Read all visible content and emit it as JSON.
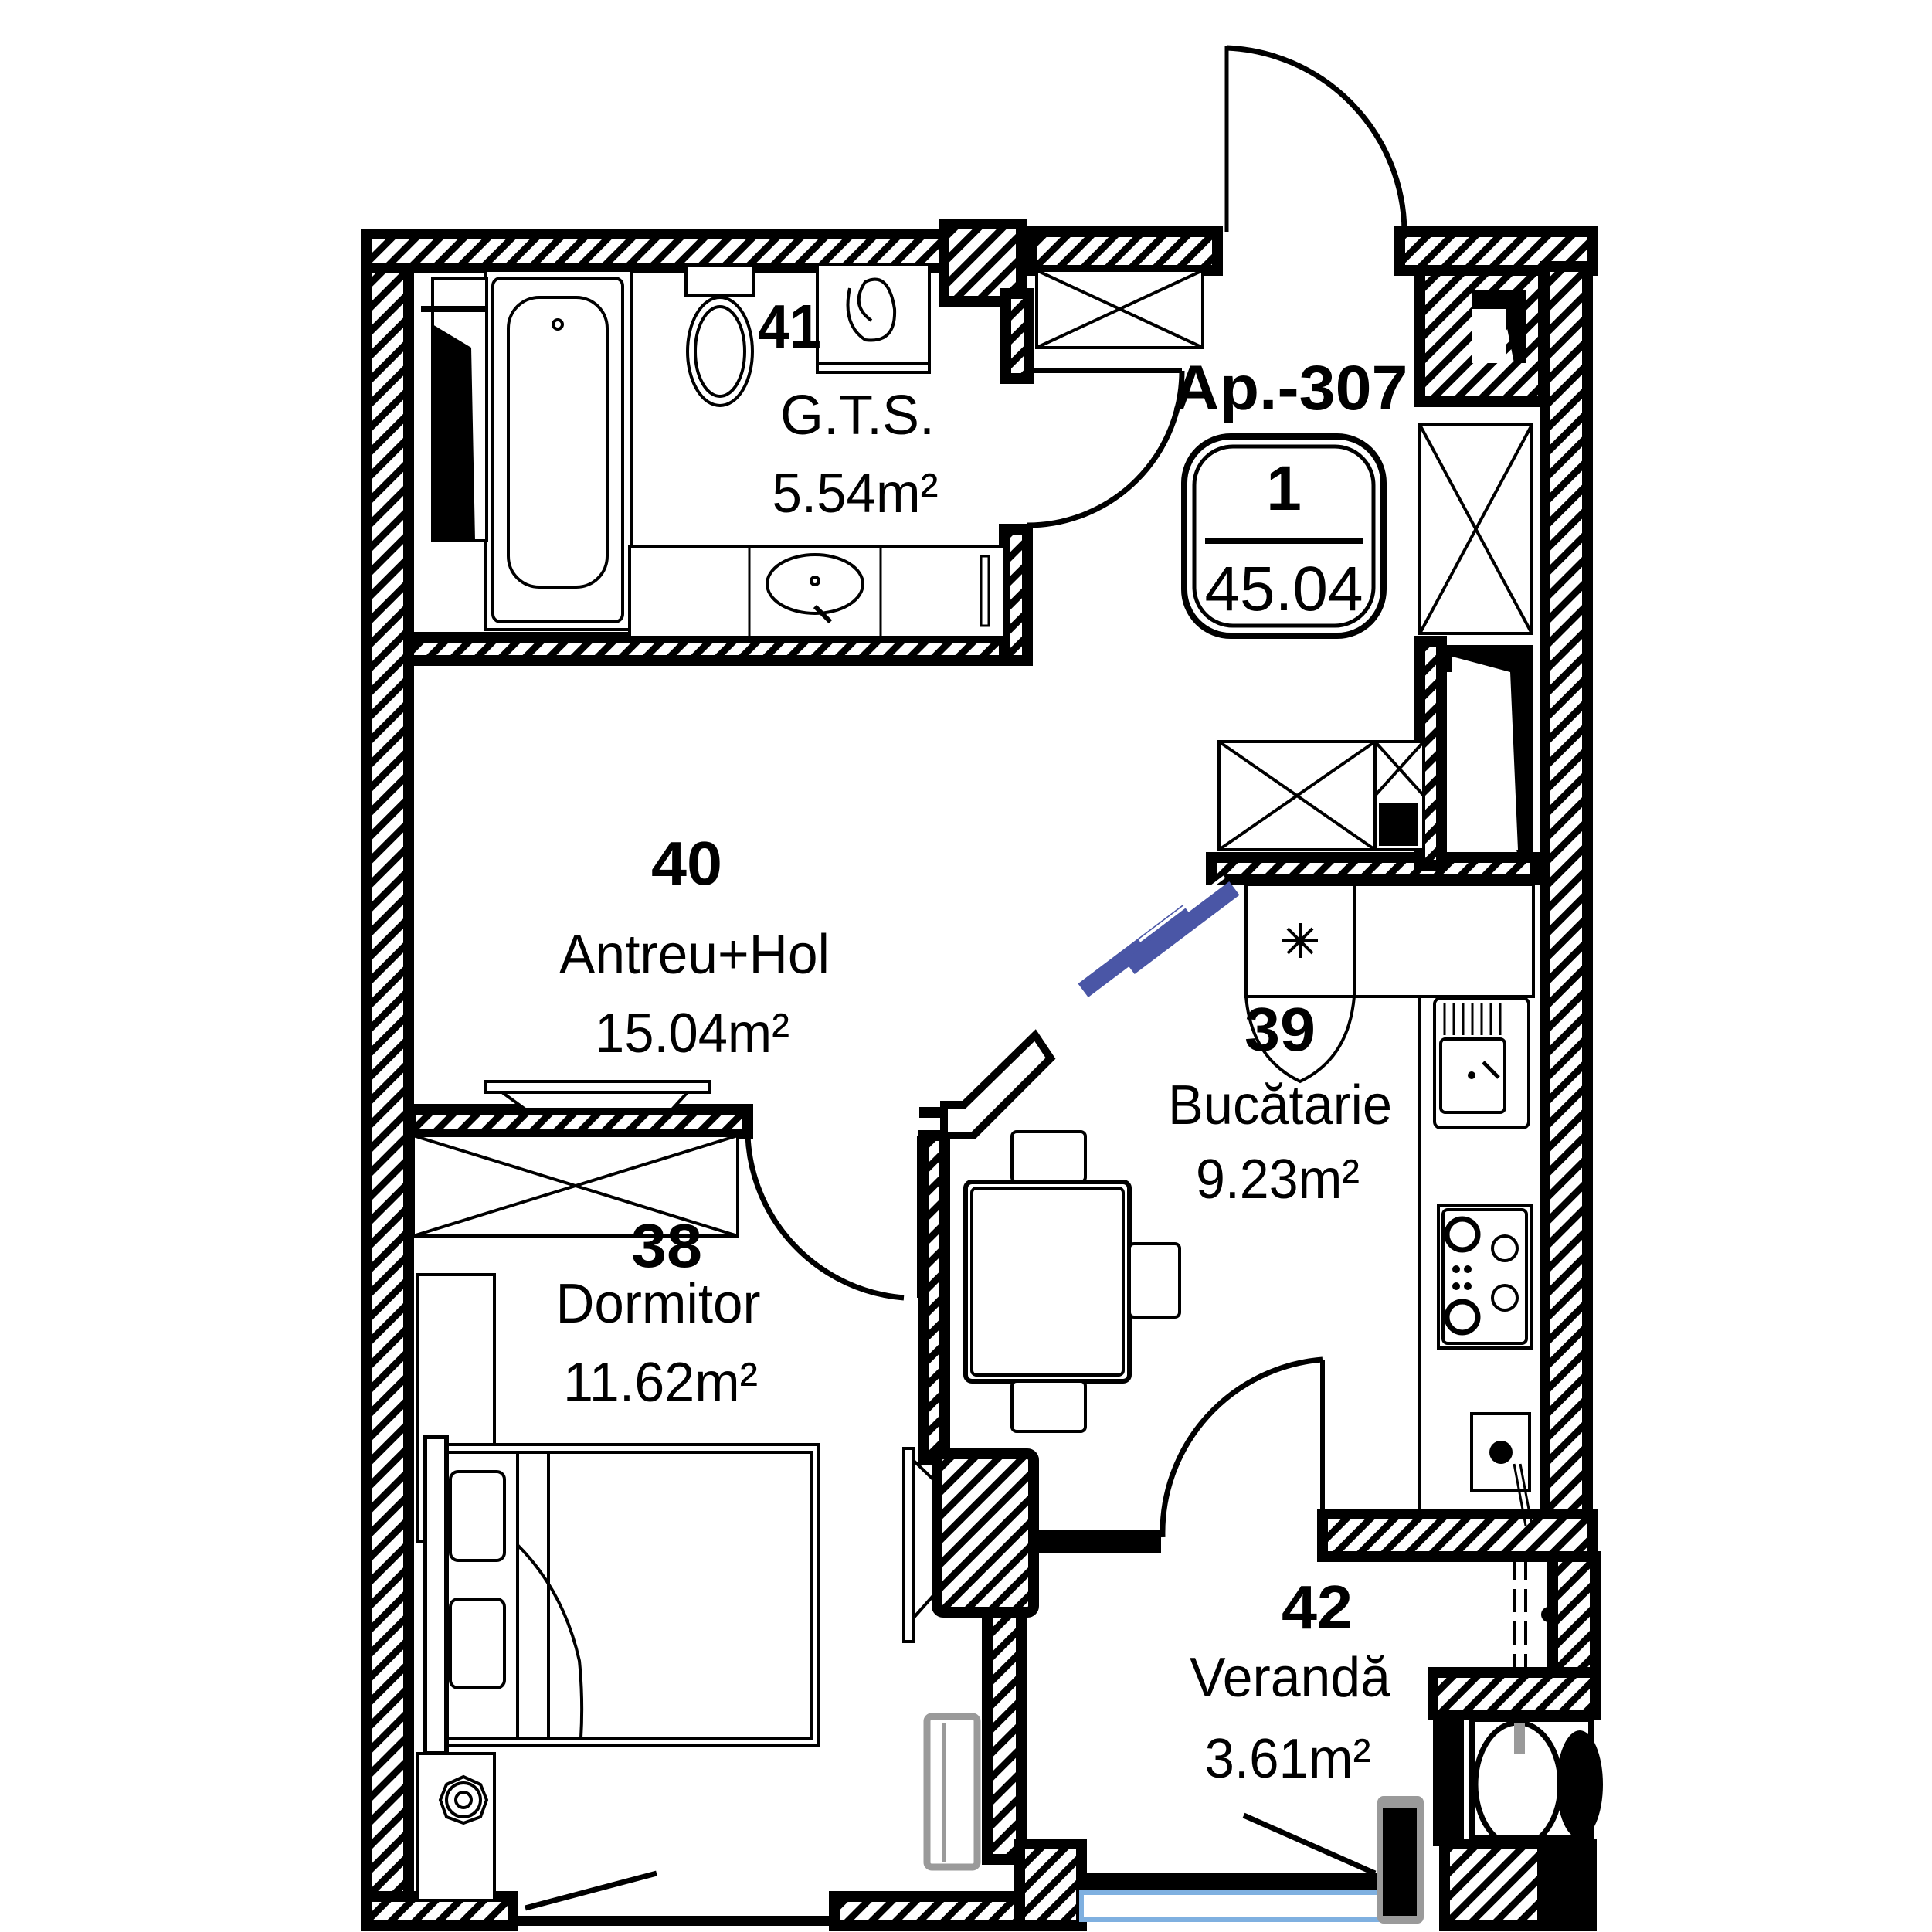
{
  "apartment": {
    "label": "Ap.-307",
    "rooms_count": "1",
    "total_area": "45.04"
  },
  "rooms": [
    {
      "number": "41",
      "name": "G.T.S.",
      "area": "5.54m²"
    },
    {
      "number": "40",
      "name": "Antreu+Hol",
      "area": "15.04m²"
    },
    {
      "number": "39",
      "name": "Bucătarie",
      "area": "9.23m²"
    },
    {
      "number": "38",
      "name": "Dormitor",
      "area": "11.62m²"
    },
    {
      "number": "42",
      "name": "Verandă",
      "area": "3.61m²"
    }
  ],
  "colors": {
    "walls": "#000000",
    "background": "#ffffff",
    "highlight_door": "#4a56a6",
    "glazing": "#7fb0e0",
    "fixture_gray": "#9a9a9a"
  },
  "icons": {
    "bathtub": "bathtub-icon",
    "toilet": "toilet-icon",
    "washing_machine": "washing-machine-icon",
    "washbasin": "washbasin-icon",
    "fridge": "fridge-icon",
    "sink": "kitchen-sink-icon",
    "stove": "stove-icon",
    "boiler": "boiler-icon",
    "dining_table": "dining-table-icon",
    "bed": "bed-icon",
    "plant": "plant-icon",
    "radiator": "radiator-icon",
    "wardrobe": "wardrobe-icon"
  }
}
